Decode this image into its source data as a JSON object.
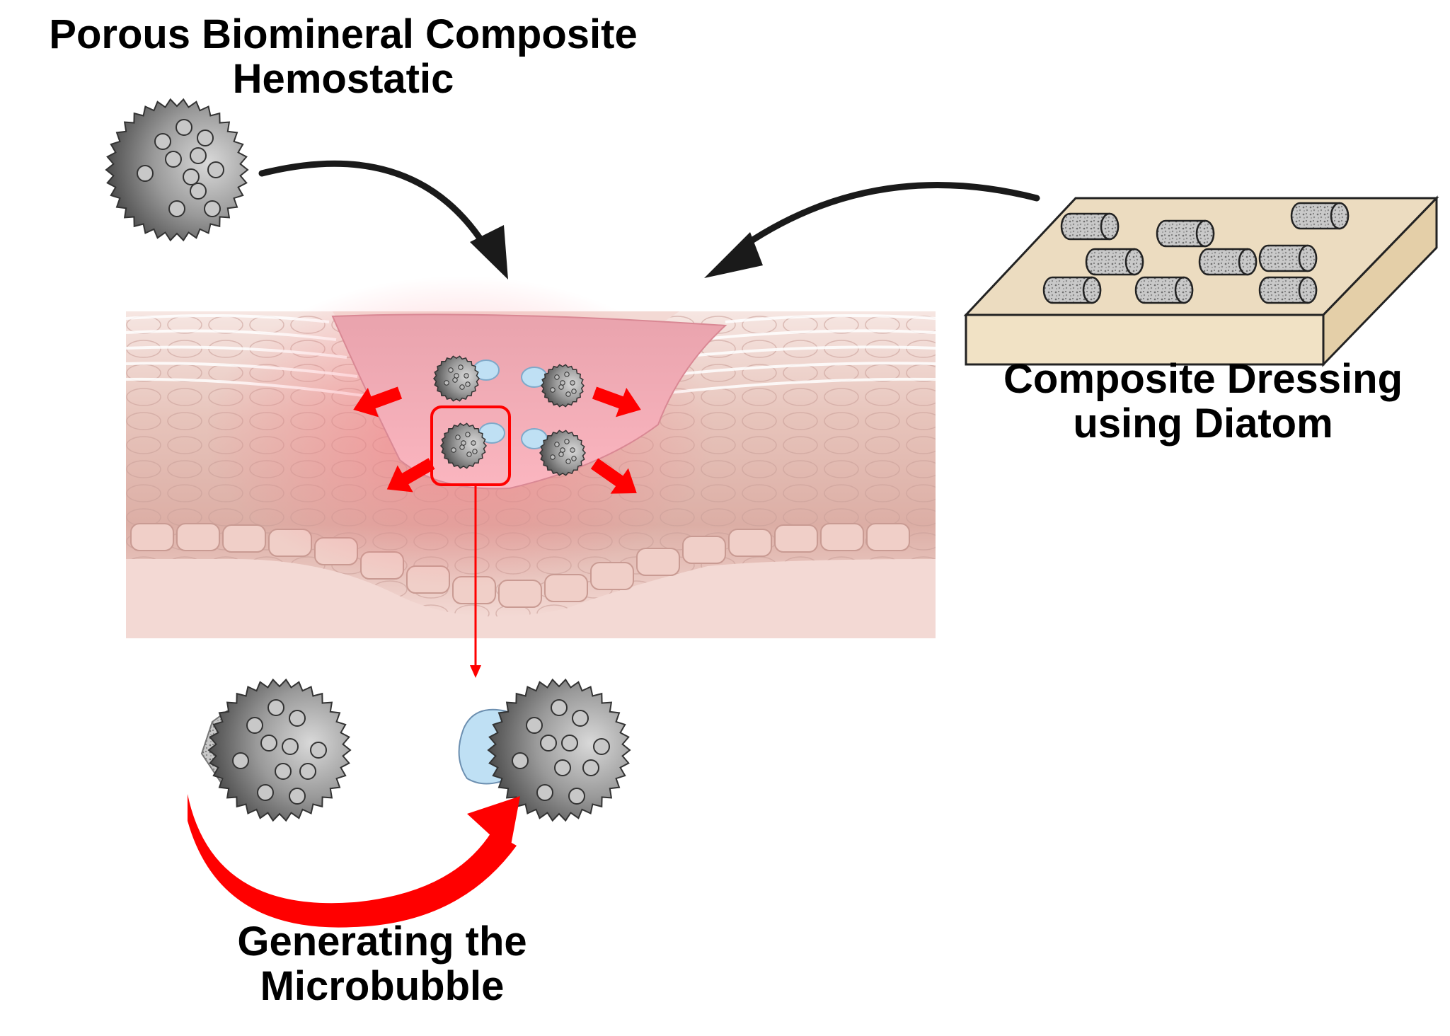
{
  "labels": {
    "hemostatic": [
      "Porous Biomineral Composite",
      "Hemostatic"
    ],
    "dressing": [
      "Composite Dressing",
      "using Diatom"
    ],
    "microbubble": [
      "Generating the",
      "Microbubble"
    ]
  },
  "colors": {
    "arrow_black": "#1a1a1a",
    "arrow_red": "#ff0000",
    "wound": "#f7a6b4",
    "skin_top": "#f2dcd8",
    "skin_mid": "#e2b3ab",
    "skin_base": "#f3d9d4",
    "dressing": "#ecdcc0",
    "particle_dark": "#3e3e3e",
    "particle_light": "#bdbdbd",
    "bubble": "#bfe0f4"
  }
}
